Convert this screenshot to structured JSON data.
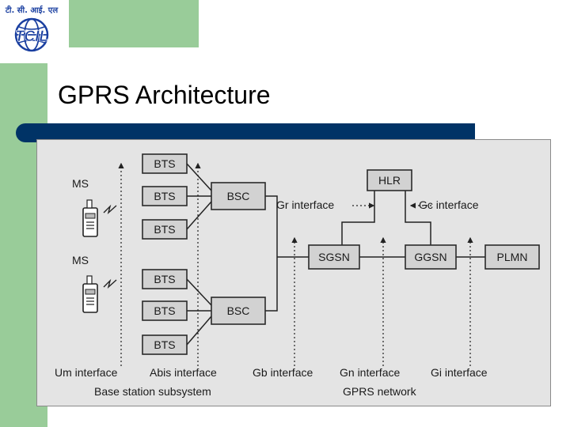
{
  "slide": {
    "title": "GPRS Architecture",
    "logo": {
      "text_top": "टी. सी. आई. एल",
      "text_mid": "TCIL",
      "icon": "globe-logo"
    },
    "colors": {
      "accent_green": "#99cc99",
      "title_bar": "#003366"
    }
  },
  "diagram": {
    "ms_labels": [
      "MS",
      "MS"
    ],
    "bts_labels": [
      "BTS",
      "BTS",
      "BTS",
      "BTS",
      "BTS",
      "BTS"
    ],
    "bsc_labels": [
      "BSC",
      "BSC"
    ],
    "hlr": "HLR",
    "sgsn": "SGSN",
    "ggsn": "GGSN",
    "plmn": "PLMN",
    "gr_interface": "Gr interface",
    "gc_interface": "Gc interface",
    "interfaces": {
      "um": "Um interface",
      "abis": "Abis interface",
      "gb": "Gb interface",
      "gn": "Gn interface",
      "gi": "Gi interface"
    },
    "groups": {
      "bss": "Base station subsystem",
      "gprs": "GPRS network"
    }
  }
}
